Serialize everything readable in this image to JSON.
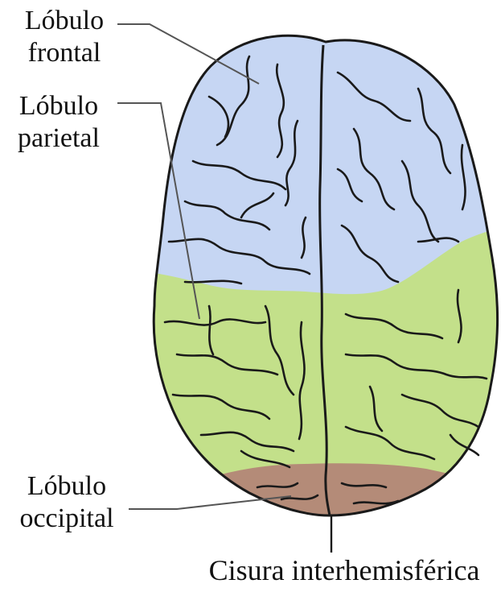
{
  "labels": {
    "frontal": {
      "line1": "Lóbulo",
      "line2": "frontal"
    },
    "parietal": {
      "line1": "Lóbulo",
      "line2": "parietal"
    },
    "occipital": {
      "line1": "Lóbulo",
      "line2": "occipital"
    },
    "cisura": "Cisura interhemisférica"
  },
  "colors": {
    "frontal_lobe": "#c6d6f3",
    "parietal_lobe": "#c3e08a",
    "occipital_lobe": "#b48b78",
    "outline": "#1a1a1a",
    "leader_line": "#555555"
  }
}
